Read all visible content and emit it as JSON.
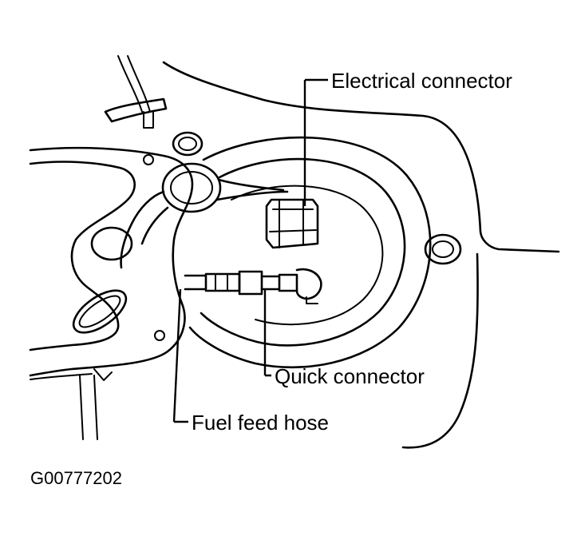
{
  "labels": {
    "electrical_connector": "Electrical connector",
    "quick_connector": "Quick connector",
    "fuel_feed_hose": "Fuel feed hose"
  },
  "figure_id": "G00777202"
}
